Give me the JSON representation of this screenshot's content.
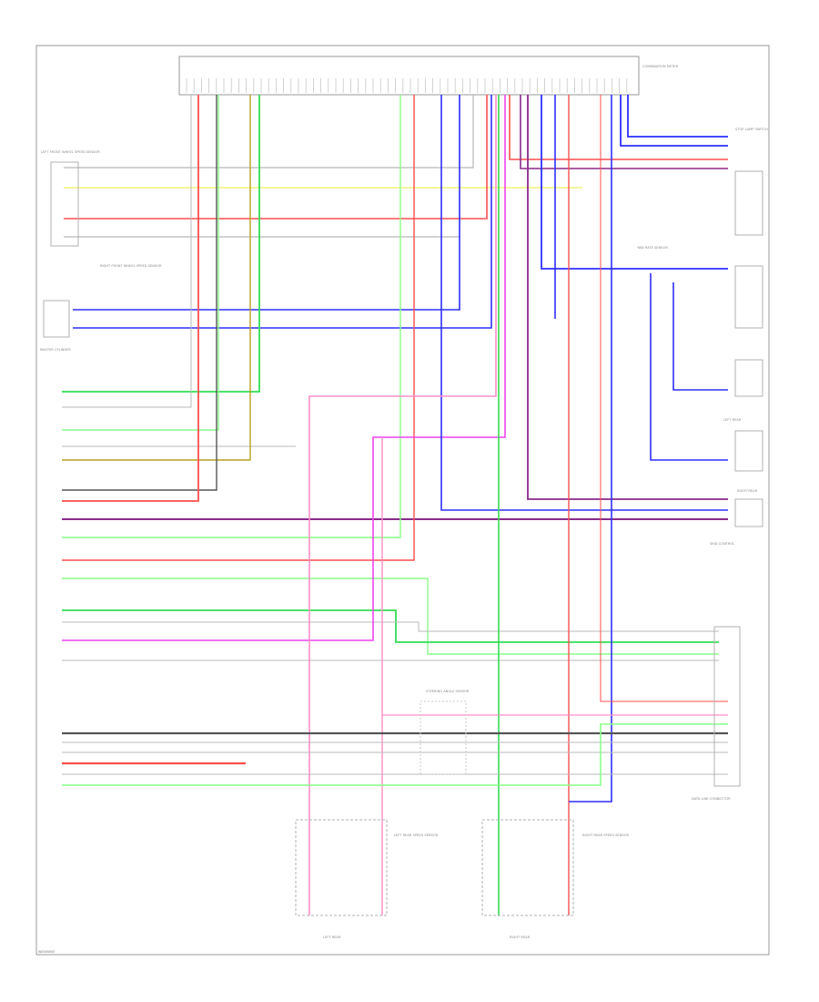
{
  "diagram": {
    "footer_code": "W0000000",
    "colors": {
      "red": "#ff4f4f",
      "pink": "#ff8fc8",
      "magenta": "#ee44ee",
      "green": "#33dd55",
      "light_green": "#88ff88",
      "blue": "#2f2fff",
      "purple": "#8a2a8a",
      "yellow": "#f2f27a",
      "gray": "#b8b8b8",
      "dark_gray": "#555555",
      "olive": "#b8a020"
    },
    "components": {
      "ecu": "COMBINATION METER",
      "left_front_sensor": "LEFT FRONT WHEEL SPEED SENSOR",
      "right_front_sensor": "RIGHT FRONT WHEEL SPEED SENSOR",
      "master_cylinder": "MASTER CYLINDER",
      "stop_lamp": "STOP LAMP SWITCH",
      "yaw_sensor": "YAW RATE SENSOR",
      "left_rear": "LEFT REAR",
      "right_rear": "RIGHT REAR",
      "skid_control": "SKID CONTROL",
      "dlc": "DATA LINK CONNECTOR",
      "steering_angle": "STEERING ANGLE SENSOR",
      "left_rear_speed_sensor": "LEFT REAR SPEED SENSOR",
      "right_rear_speed_sensor": "RIGHT REAR SPEED SENSOR",
      "left_rear_caption": "LEFT REAR",
      "right_rear_caption": "RIGHT REAR"
    }
  }
}
